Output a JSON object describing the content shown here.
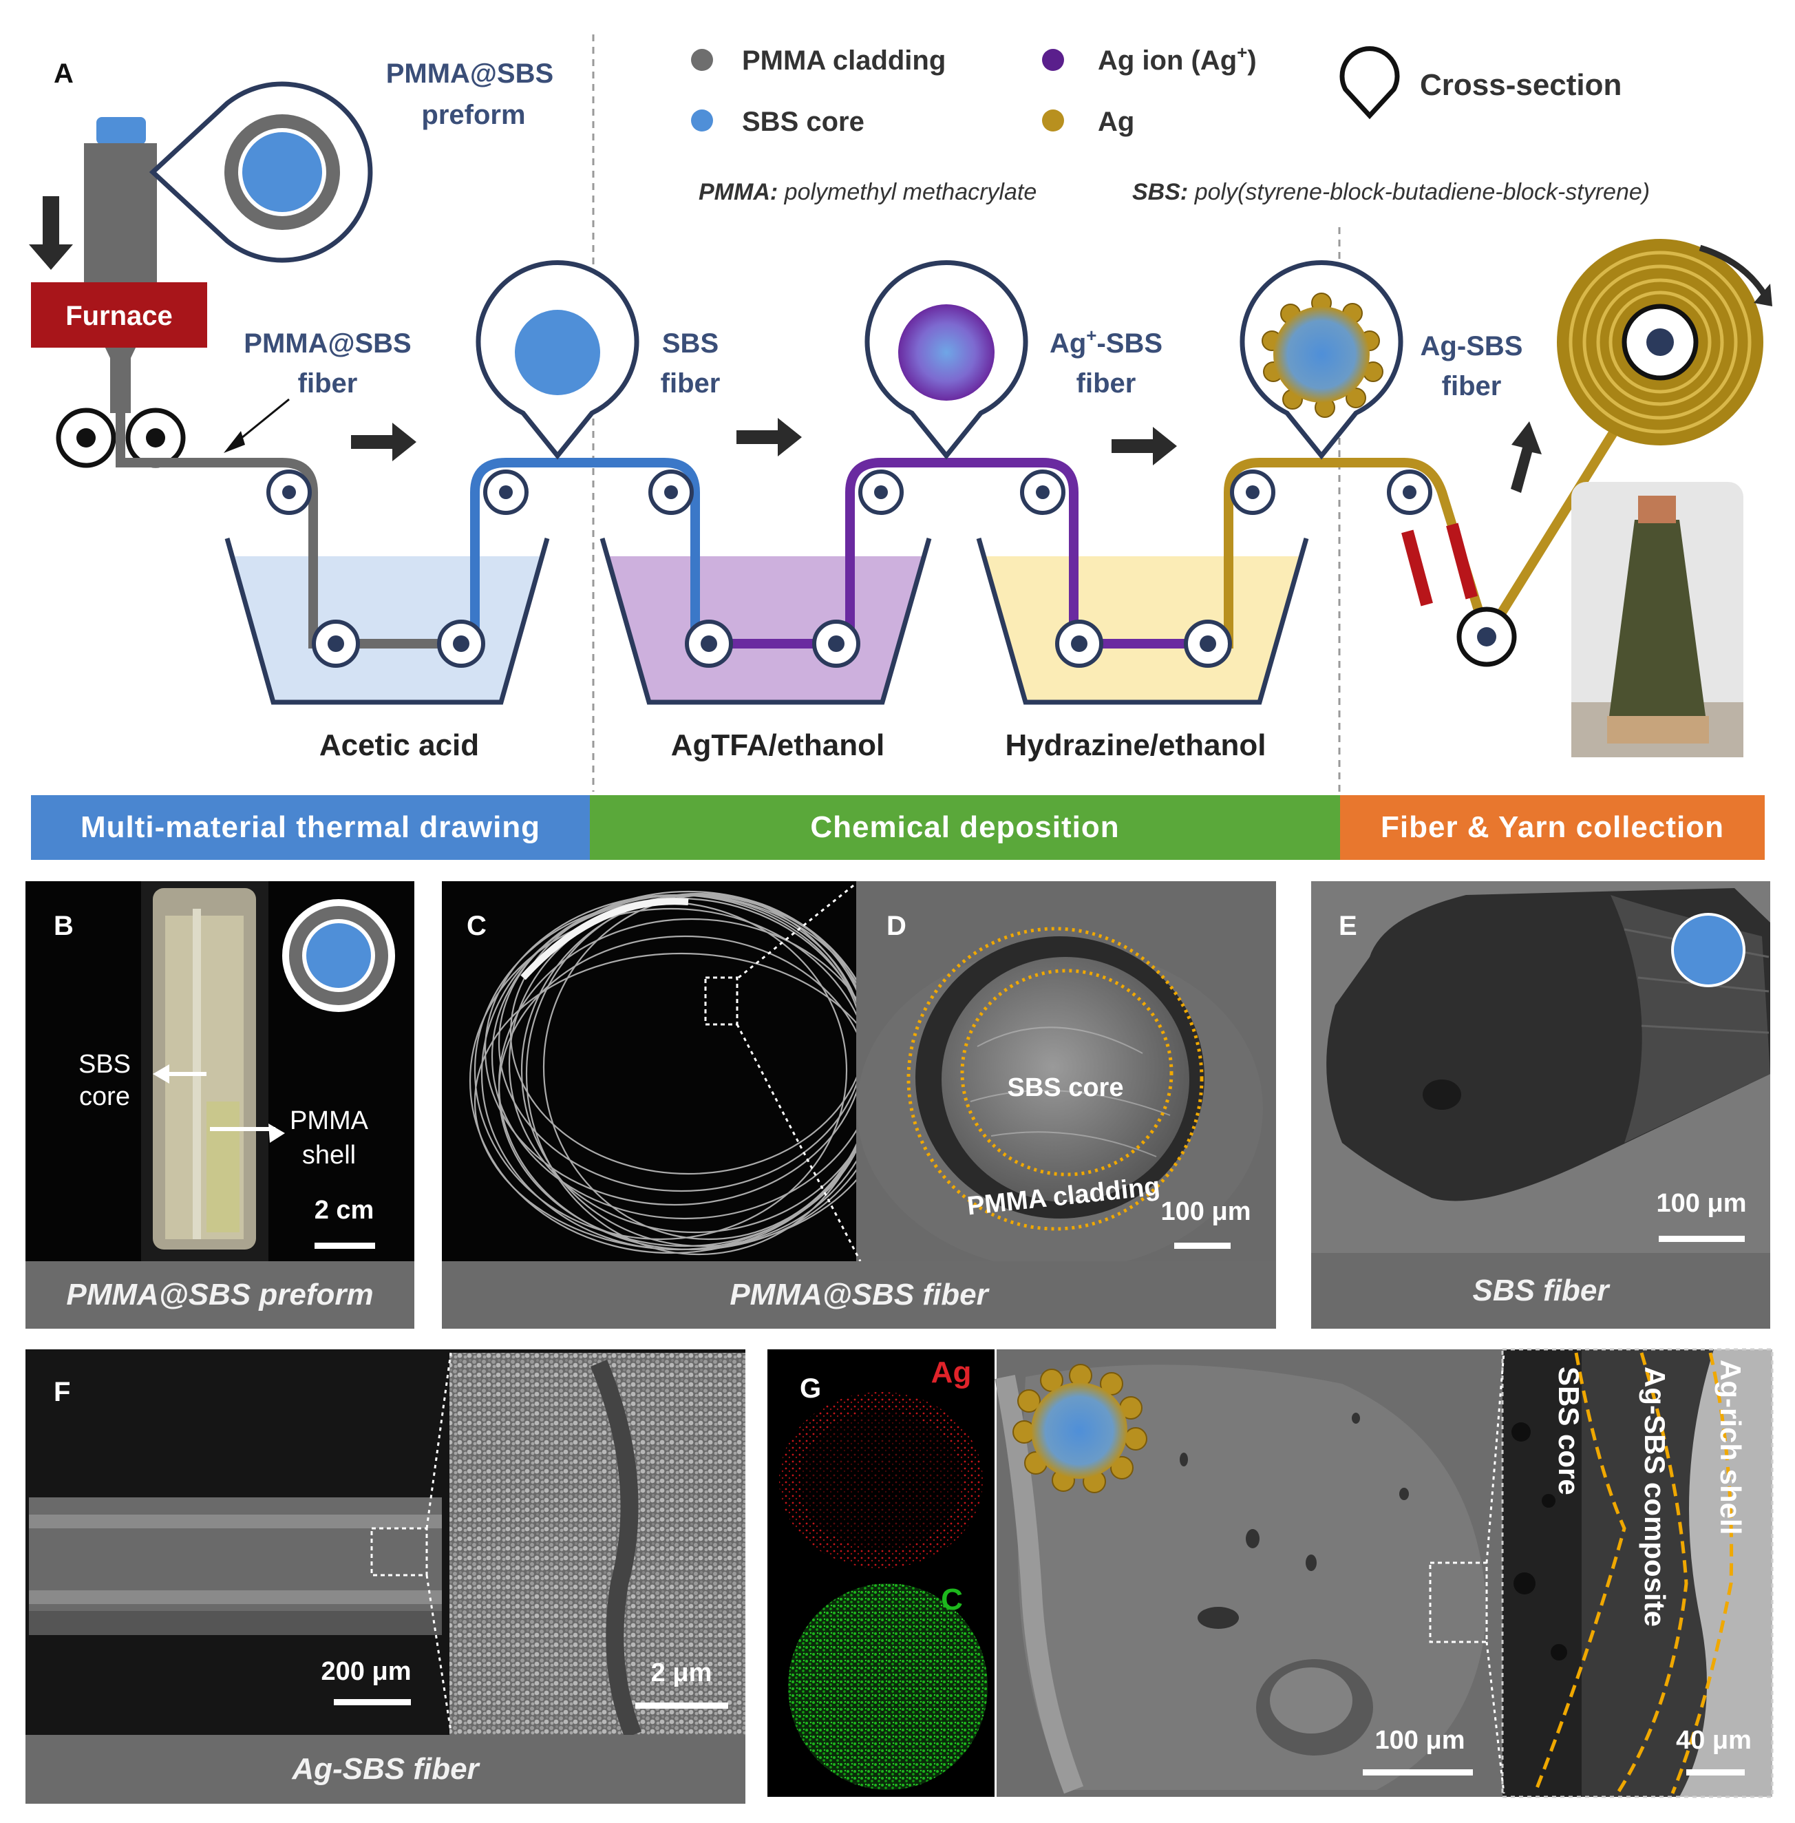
{
  "panel_letters": {
    "a": "A",
    "b": "B",
    "c": "C",
    "d": "D",
    "e": "E",
    "f": "F",
    "g": "G"
  },
  "legend": {
    "pmma_cladding": "PMMA cladding",
    "sbs_core": "SBS core",
    "ag_ion": "Ag ion (Ag",
    "ag_ion_sup": "+",
    "ag_ion_close": ")",
    "ag": "Ag",
    "cross_section": "Cross-section",
    "colors": {
      "pmma": "#6e6e6e",
      "sbs": "#4f8fd8",
      "ag_ion": "#5a1f8c",
      "ag": "#b8901f"
    }
  },
  "definitions": {
    "pmma_term": "PMMA:",
    "pmma_text": "polymethyl methacrylate",
    "sbs_term": "SBS:",
    "sbs_text": "poly(styrene-block-butadiene-block-styrene)"
  },
  "process": {
    "preform_label": [
      "PMMA@SBS",
      "preform"
    ],
    "furnace": "Furnace",
    "pmma_sbs_fiber": [
      "PMMA@SBS",
      "fiber"
    ],
    "sbs_fiber": [
      "SBS",
      "fiber"
    ],
    "ag_sbs_ion_fiber_a": "Ag",
    "ag_sbs_ion_fiber_sup": "+",
    "ag_sbs_ion_fiber_b": "-SBS",
    "ag_sbs_ion_fiber_c": "fiber",
    "ag_sbs_fiber": [
      "Ag-SBS",
      "fiber"
    ],
    "bath1": "Acetic acid",
    "bath2": "AgTFA/ethanol",
    "bath3": "Hydrazine/ethanol"
  },
  "banners": {
    "stage1": "Multi-material thermal drawing",
    "stage2": "Chemical deposition",
    "stage3": "Fiber & Yarn collection",
    "colors": {
      "stage1": "#4a86d0",
      "stage2": "#5aa83a",
      "stage3": "#e8772e"
    }
  },
  "panel_b": {
    "sbs_core": [
      "SBS",
      "core"
    ],
    "pmma_shell": [
      "PMMA",
      "shell"
    ],
    "scale": "2 cm",
    "caption": "PMMA@SBS preform"
  },
  "panel_cd": {
    "sbs_core": "SBS core",
    "pmma_cladding": "PMMA cladding",
    "scale": "100 μm",
    "caption": "PMMA@SBS fiber"
  },
  "panel_e": {
    "scale": "100 μm",
    "caption": "SBS fiber"
  },
  "panel_f": {
    "scale1": "200 μm",
    "scale2": "2 μm",
    "caption": "Ag-SBS fiber"
  },
  "panel_g": {
    "ag": "Ag",
    "c": "C",
    "scale1": "100 μm",
    "scale2": "40 μm",
    "zone1": "SBS core",
    "zone2": "Ag-SBS composite",
    "zone3": "Ag-rich shell"
  }
}
